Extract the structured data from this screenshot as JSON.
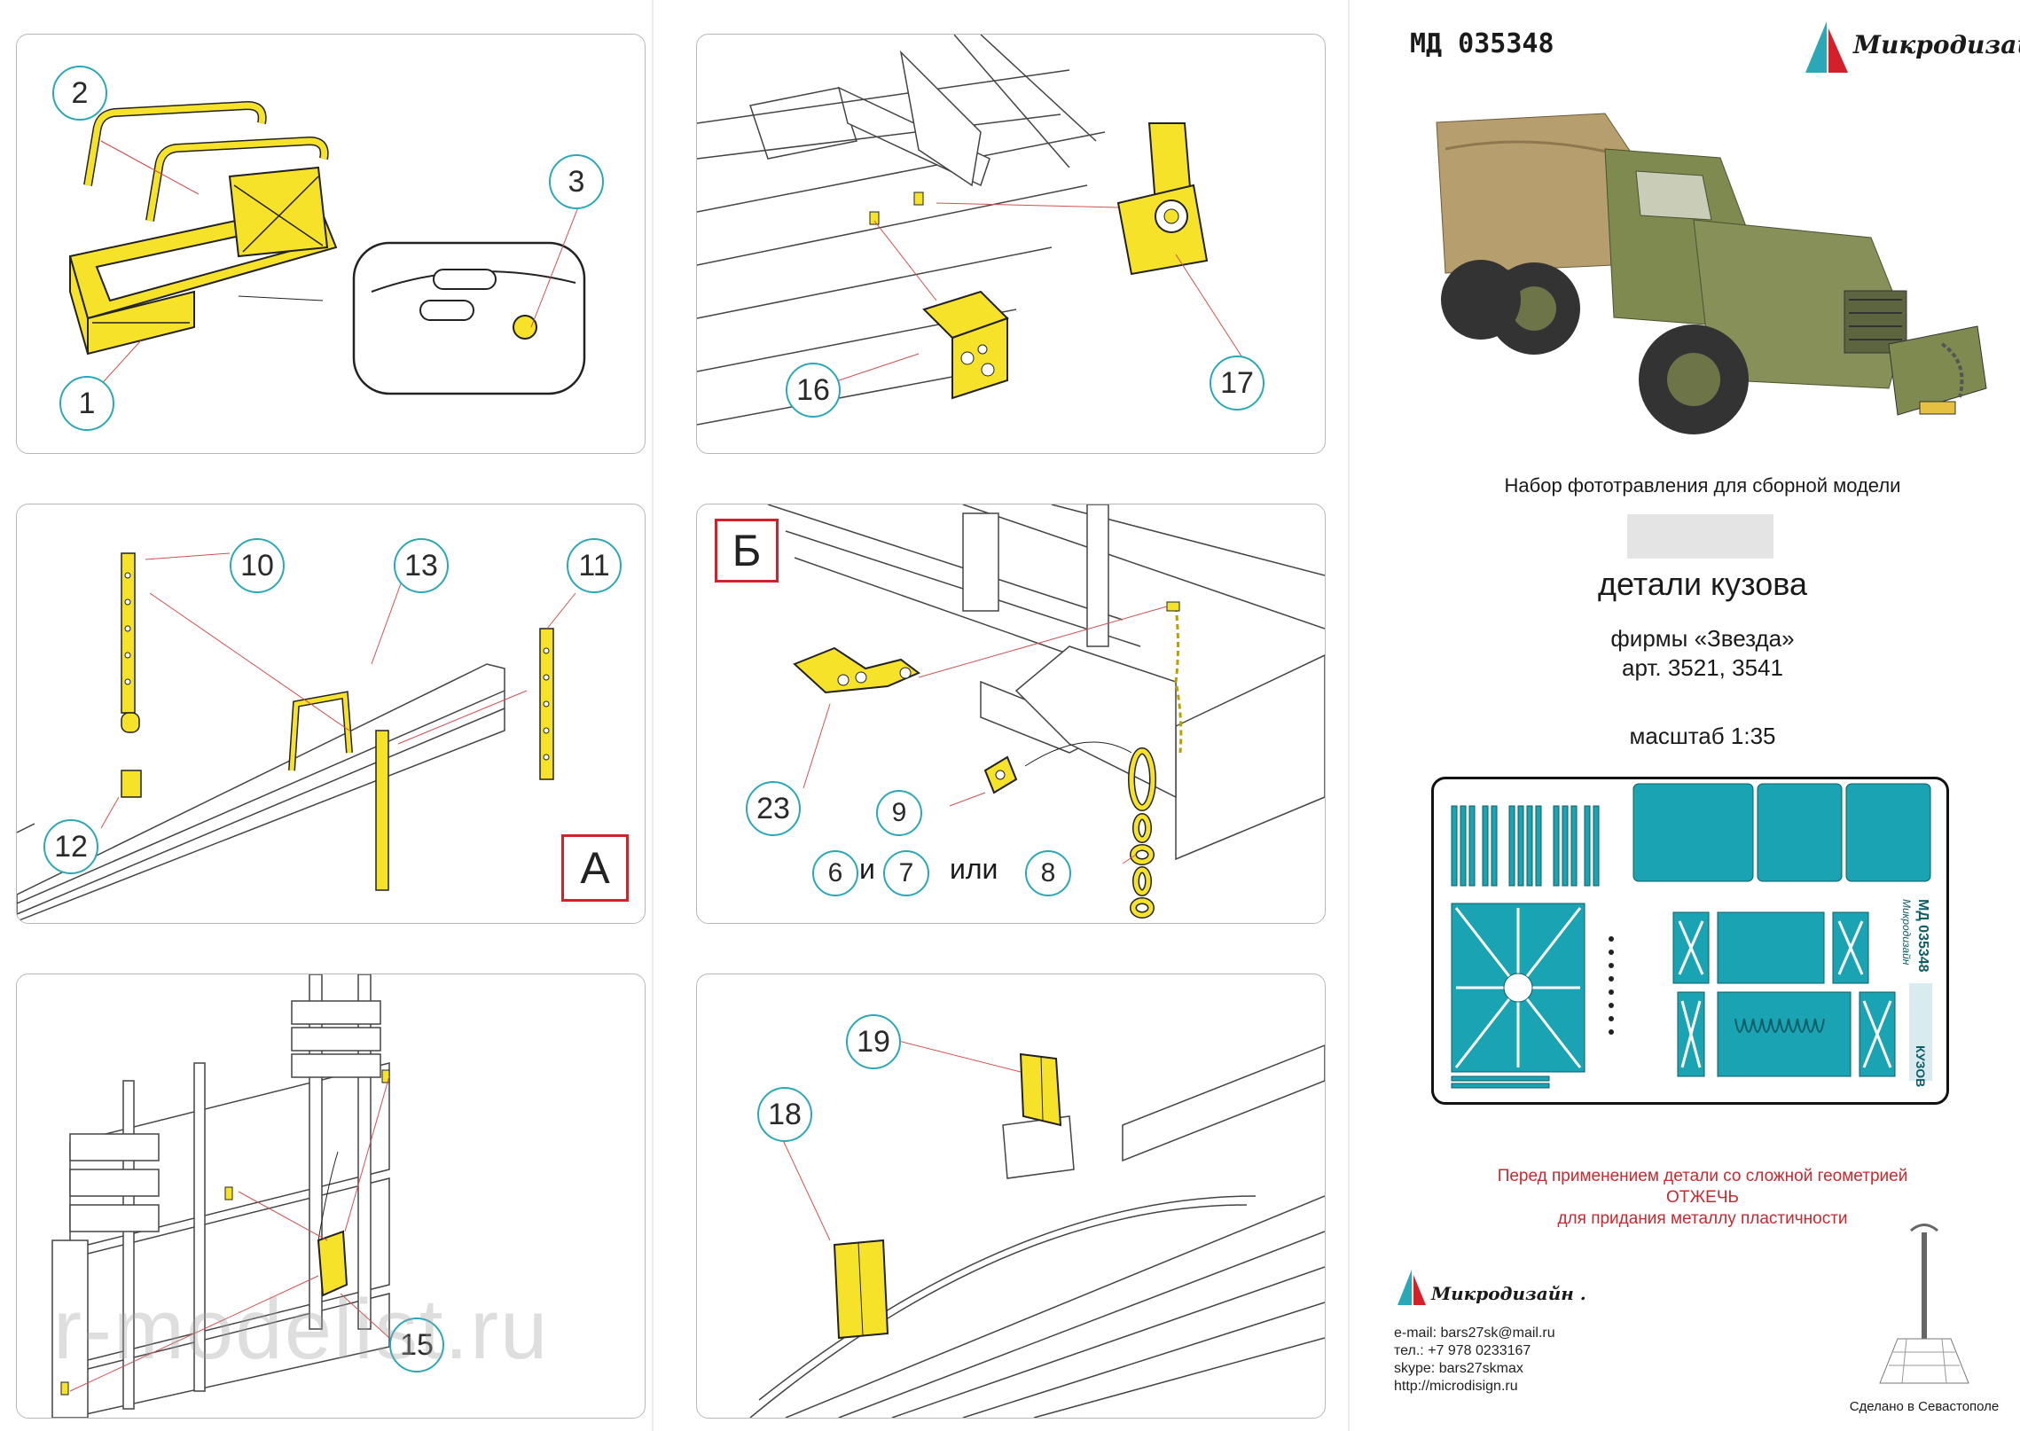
{
  "header": {
    "article_code": "МД 035348",
    "brand": "Микродизайн"
  },
  "product": {
    "subtitle": "Набор фототравления для сборной модели",
    "title": "детали кузова",
    "maker": "фирмы «Звезда»",
    "articles": "арт. 3521, 3541",
    "scale": "масштаб 1:35"
  },
  "warning": {
    "line1": "Перед применением детали со сложной геометрией",
    "line2": "ОТЖЕЧЬ",
    "line3": "для придания металлу пластичности"
  },
  "contacts": {
    "brand": "Микродизайн .",
    "email": "e-mail: bars27sk@mail.ru",
    "phone": "тел.: +7 978 0233167",
    "skype": "skype: bars27skmax",
    "url": "http://microdisign.ru"
  },
  "made_in": "Сделано в Севастополе",
  "fret": {
    "code": "МД 035348",
    "brand": "Микродизайн",
    "label": "КУЗОВ"
  },
  "panels": {
    "p1": {
      "numbers": [
        "2",
        "3",
        "1"
      ]
    },
    "p2": {
      "numbers": [
        "16",
        "17"
      ]
    },
    "p3": {
      "numbers": [
        "10",
        "13",
        "11",
        "12"
      ],
      "letter": "А"
    },
    "p4": {
      "numbers": [
        "23",
        "9",
        "6",
        "7",
        "8"
      ],
      "letter": "Б",
      "and": "и",
      "or": "или"
    },
    "p5": {
      "numbers": [
        "15"
      ]
    },
    "p6": {
      "numbers": [
        "19",
        "18"
      ]
    }
  },
  "watermark": "r-modelist.ru",
  "colors": {
    "part_yellow": "#f7e22a",
    "fret_teal": "#1aa3b3",
    "callout": "#2aa8b8",
    "letter_red": "#d4202a"
  }
}
